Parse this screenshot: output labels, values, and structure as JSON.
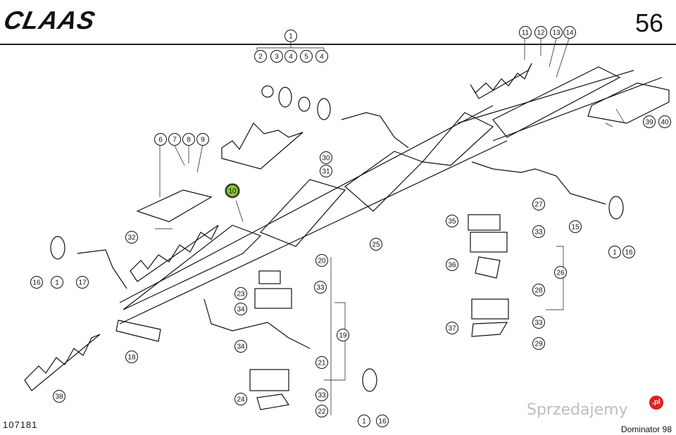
{
  "header": {
    "brand": "CLAAS",
    "page_number": "56"
  },
  "footer": {
    "drawing_number": "107181",
    "model": "Dominator 98"
  },
  "watermark": {
    "text": "Sprzedajemy",
    "badge": ".pl"
  },
  "callouts": [
    {
      "id": "c1a",
      "label": "1"
    },
    {
      "id": "c2",
      "label": "2"
    },
    {
      "id": "c3",
      "label": "3"
    },
    {
      "id": "c4a",
      "label": "4"
    },
    {
      "id": "c5",
      "label": "5"
    },
    {
      "id": "c4b",
      "label": "4"
    },
    {
      "id": "c6",
      "label": "6"
    },
    {
      "id": "c7",
      "label": "7"
    },
    {
      "id": "c8",
      "label": "8"
    },
    {
      "id": "c9",
      "label": "9"
    },
    {
      "id": "c10",
      "label": "10"
    },
    {
      "id": "c11",
      "label": "11"
    },
    {
      "id": "c12",
      "label": "12"
    },
    {
      "id": "c13",
      "label": "13"
    },
    {
      "id": "c14",
      "label": "14"
    },
    {
      "id": "c15",
      "label": "15"
    },
    {
      "id": "c16a",
      "label": "16"
    },
    {
      "id": "c16b",
      "label": "16"
    },
    {
      "id": "c16c",
      "label": "16"
    },
    {
      "id": "c17",
      "label": "17"
    },
    {
      "id": "c18",
      "label": "18"
    },
    {
      "id": "c19",
      "label": "19"
    },
    {
      "id": "c20",
      "label": "20"
    },
    {
      "id": "c21",
      "label": "21"
    },
    {
      "id": "c22",
      "label": "22"
    },
    {
      "id": "c23",
      "label": "23"
    },
    {
      "id": "c24",
      "label": "24"
    },
    {
      "id": "c25",
      "label": "25"
    },
    {
      "id": "c26",
      "label": "26"
    },
    {
      "id": "c27",
      "label": "27"
    },
    {
      "id": "c28",
      "label": "28"
    },
    {
      "id": "c29",
      "label": "29"
    },
    {
      "id": "c30",
      "label": "30"
    },
    {
      "id": "c31",
      "label": "31"
    },
    {
      "id": "c32",
      "label": "32"
    },
    {
      "id": "c33a",
      "label": "33"
    },
    {
      "id": "c33b",
      "label": "33"
    },
    {
      "id": "c33c",
      "label": "33"
    },
    {
      "id": "c33d",
      "label": "33"
    },
    {
      "id": "c34a",
      "label": "34"
    },
    {
      "id": "c34b",
      "label": "34"
    },
    {
      "id": "c35",
      "label": "35"
    },
    {
      "id": "c36",
      "label": "36"
    },
    {
      "id": "c37",
      "label": "37"
    },
    {
      "id": "c38",
      "label": "38"
    },
    {
      "id": "c39",
      "label": "39"
    },
    {
      "id": "c40",
      "label": "40"
    },
    {
      "id": "c1b",
      "label": "1"
    },
    {
      "id": "c1c",
      "label": "1"
    },
    {
      "id": "c1d",
      "label": "1"
    }
  ],
  "colors": {
    "ink": "#111111",
    "highlight": "#8dc63f"
  }
}
